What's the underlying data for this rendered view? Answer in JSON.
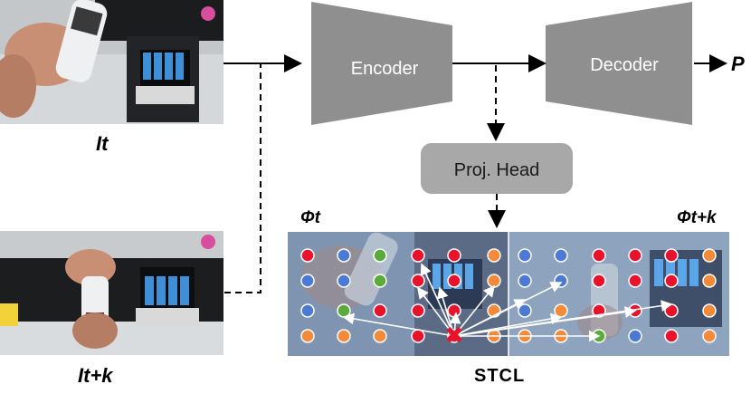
{
  "frames": {
    "current_label": "It",
    "future_label": "It+k"
  },
  "network": {
    "encoder_label": "Encoder",
    "decoder_label": "Decoder",
    "output_label": "P",
    "proj_head_label": "Proj. Head"
  },
  "feature_maps": {
    "left_label": "Φt",
    "right_label": "Φt+k",
    "caption": "STCL"
  },
  "colors": {
    "block_gray": "#8f8f8f",
    "proj_head_fill": "#a8a8a8",
    "red_dot": "#e8122a",
    "blue_dot": "#4a7ad4",
    "green_dot": "#5aab3a",
    "orange_dot": "#f28a3a",
    "anchor": "#e8122a"
  }
}
